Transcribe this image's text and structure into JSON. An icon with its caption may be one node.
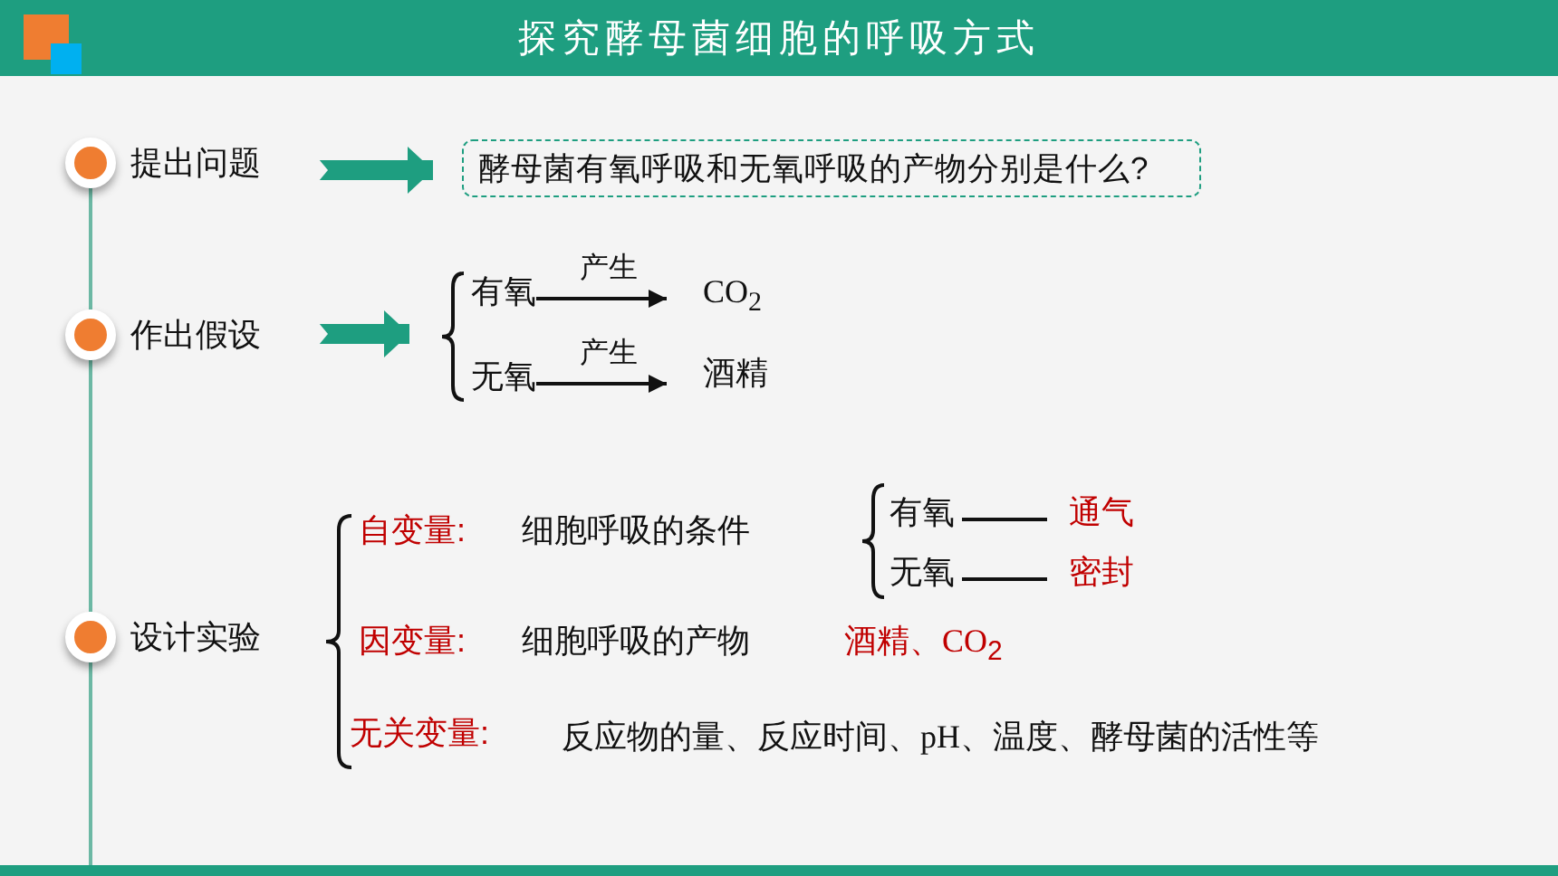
{
  "diagram": {
    "title": "探究酵母菌细胞的呼吸方式",
    "nodes": [
      {
        "text": [
          "提出问题"
        ]
      },
      {
        "text": [
          "酵母菌有氧呼吸和无氧呼吸的产物分别是什么?"
        ]
      },
      {
        "text": [
          "作出假设"
        ]
      },
      {
        "text": [
          "有氧"
        ]
      },
      {
        "text": [
          "CO$_{2}$"
        ]
      },
      {
        "text": [
          "无氧"
        ]
      },
      {
        "text": [
          "酒精"
        ]
      },
      {
        "text": [
          "设计实验"
        ]
      },
      {
        "text": [
          "有氧"
        ]
      },
      {
        "text": [
          "通气"
        ]
      },
      {
        "text": [
          "无氧"
        ]
      },
      {
        "text": [
          "密封"
        ]
      }
    ],
    "edges": [
      {
        "from": 0,
        "to": 1,
        "arrow": "to",
        "style": "thick",
        "color": "#1e9e80"
      },
      {
        "from": 2,
        "to": 3,
        "arrow": "to",
        "style": "thick",
        "color": "#1e9e80"
      },
      {
        "from": 2,
        "to": 5,
        "arrow": "to",
        "style": "thick",
        "color": "#1e9e80"
      },
      {
        "from": 3,
        "to": 4,
        "arrow": "to",
        "label": "产生"
      },
      {
        "from": 5,
        "to": 6,
        "arrow": "to",
        "label": "产生"
      },
      {
        "from": 8,
        "to": 9,
        "arrow": "none"
      },
      {
        "from": 10,
        "to": 11,
        "arrow": "none"
      },
      {
        "from": 0,
        "to": 2,
        "arrow": "none",
        "color": "#6cb8a4"
      },
      {
        "from": 2,
        "to": 7,
        "arrow": "none",
        "color": "#6cb8a4"
      },
      {
        "from": 7,
        "to": null,
        "arrow": "none",
        "color": "#6cb8a4"
      }
    ],
    "labels": [
      "自变量:",
      "细胞呼吸的条件",
      "因变量:",
      "细胞呼吸的产物",
      "酒精、CO$_{2}$",
      "无关变量:",
      "反应物的量、反应时间、pH、温度、酵母菌的活性等"
    ]
  }
}
